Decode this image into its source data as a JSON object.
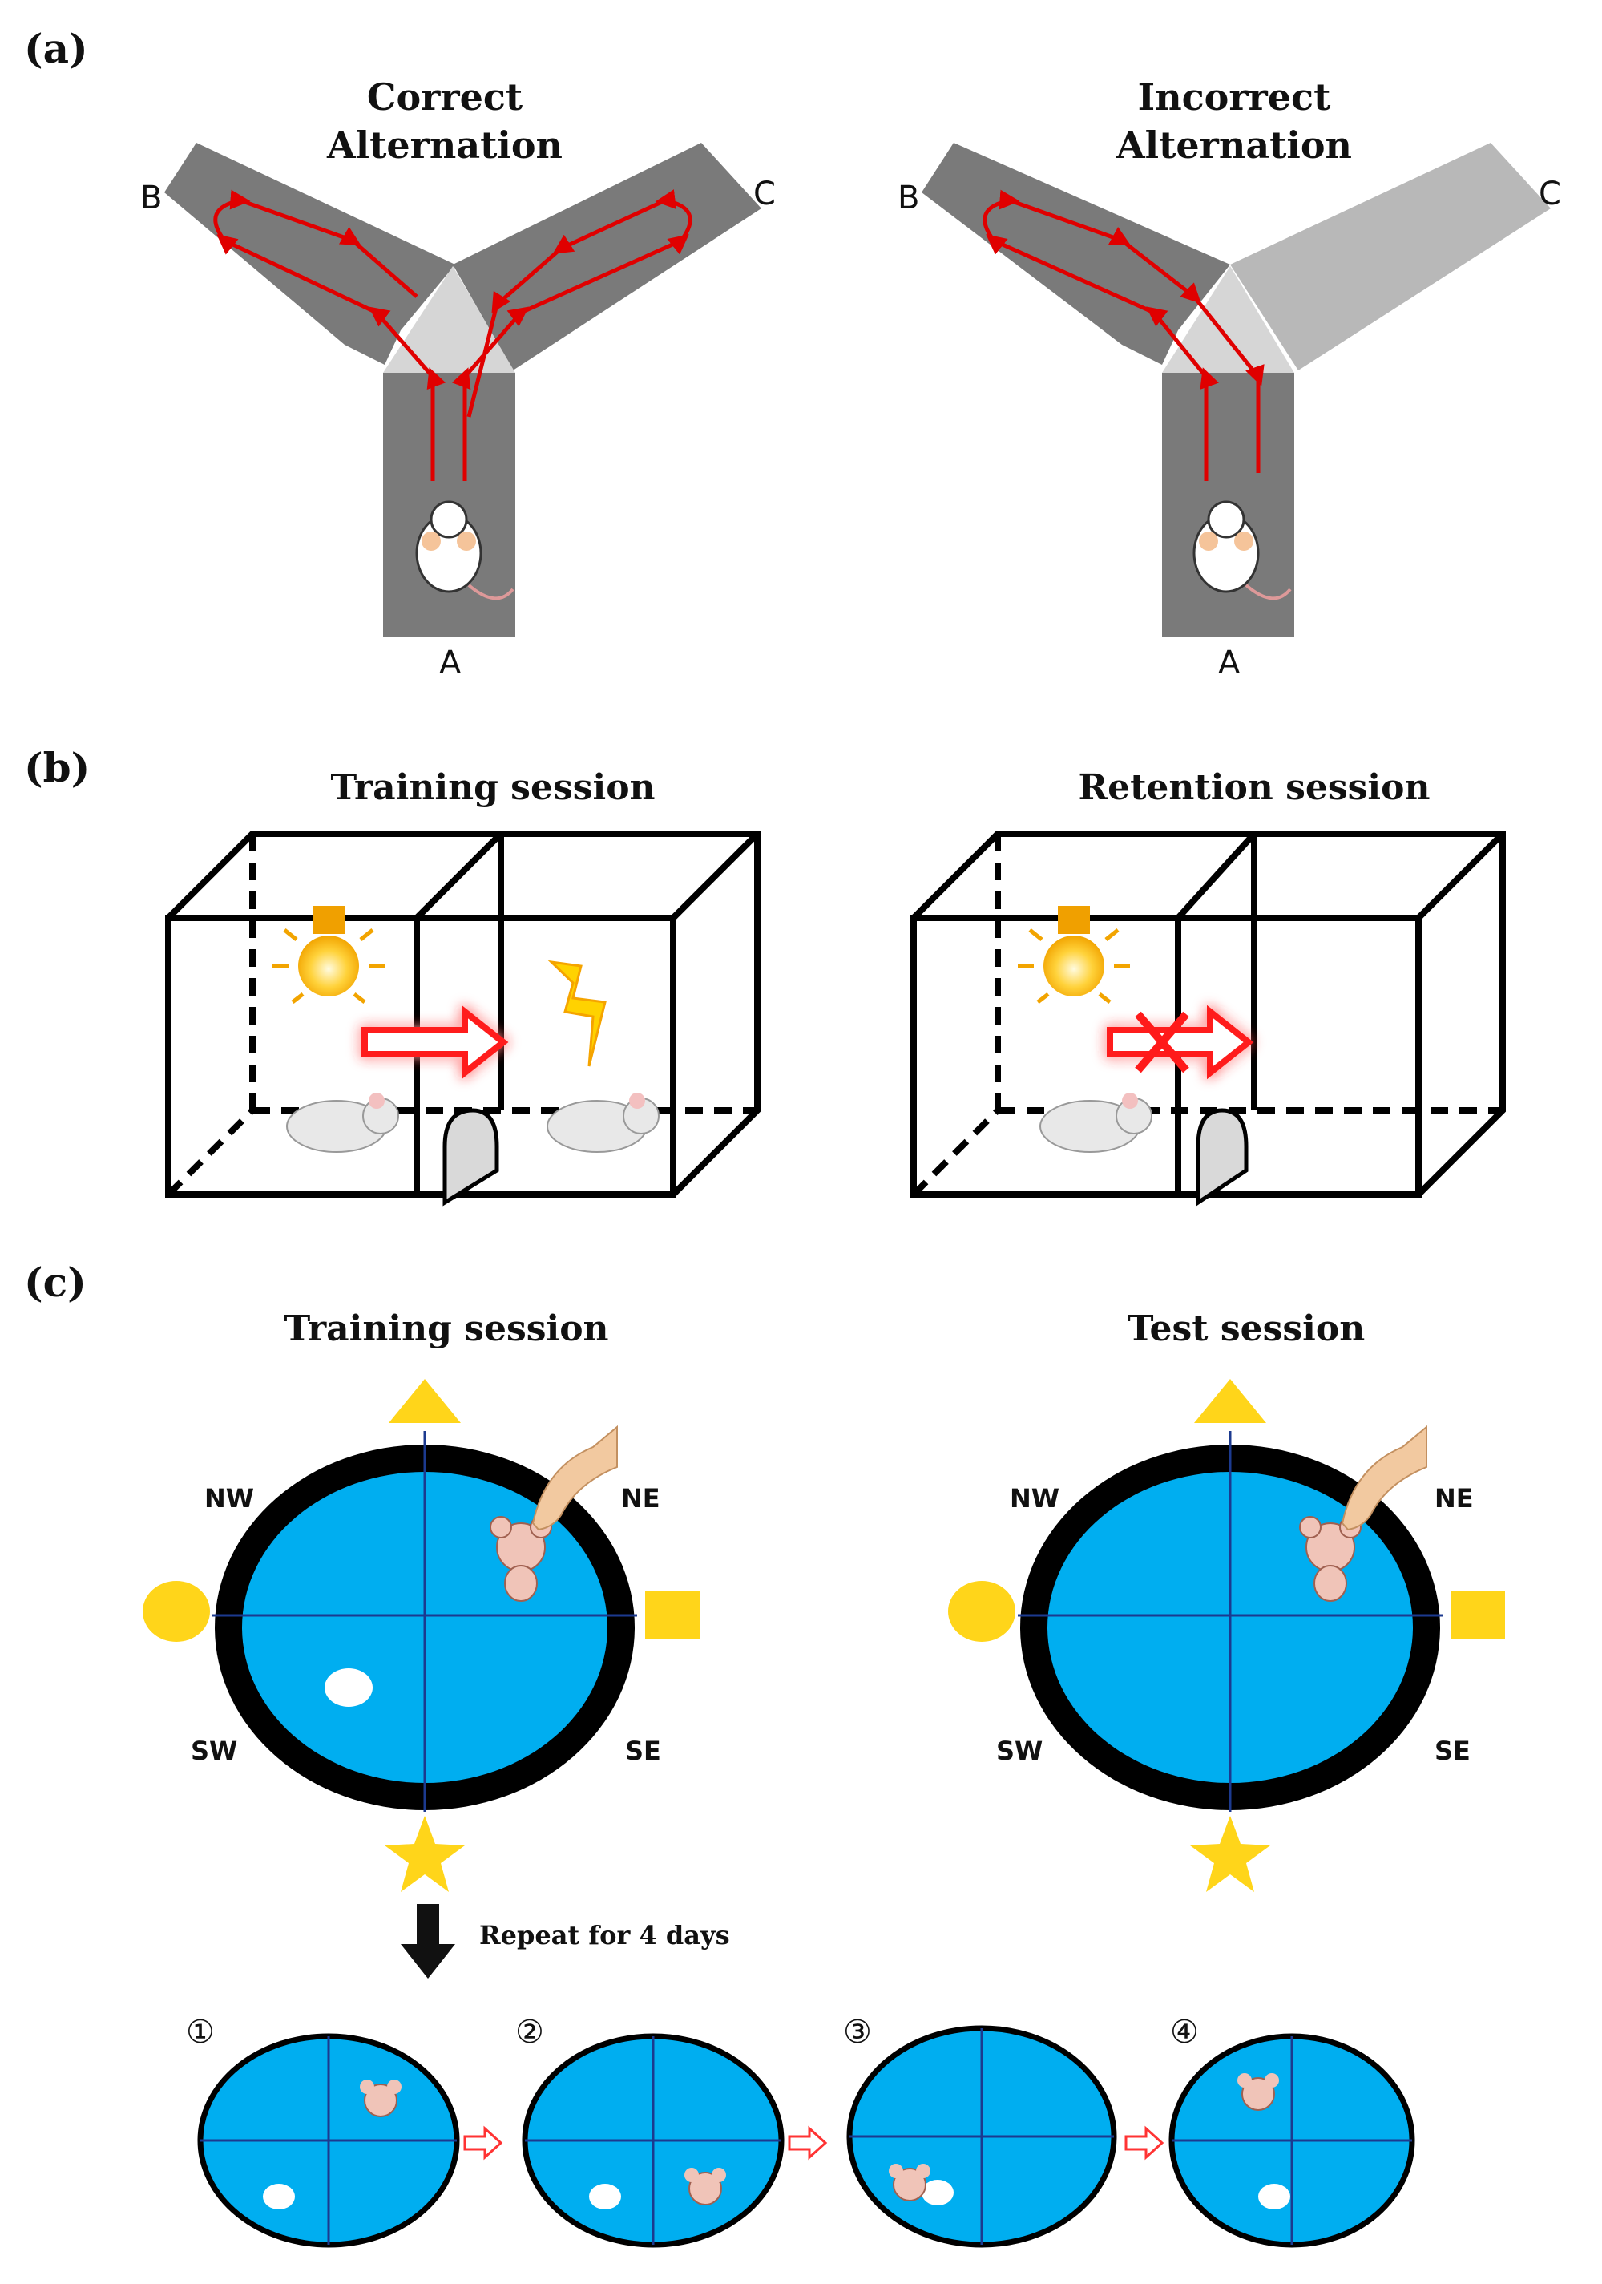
{
  "panel_a": {
    "label": "(a)",
    "left": {
      "title_line1": "Correct",
      "title_line2": "Alternation",
      "arm_b": "B",
      "arm_c": "C",
      "arm_a": "A"
    },
    "right": {
      "title_line1": "Incorrect",
      "title_line2": "Alternation",
      "arm_b": "B",
      "arm_c": "C",
      "arm_a": "A"
    }
  },
  "panel_b": {
    "label": "(b)",
    "left_title": "Training session",
    "right_title": "Retention session"
  },
  "panel_c": {
    "label": "(c)",
    "left_title": "Training session",
    "right_title": "Test session",
    "compass": {
      "nw": "NW",
      "ne": "NE",
      "sw": "SW",
      "se": "SE"
    },
    "repeat_text": "Repeat for 4 days",
    "day_labels": [
      "①",
      "②",
      "③",
      "④"
    ]
  },
  "colors": {
    "maze_arm": "#7a7a7a",
    "maze_arm_light": "#b8b8b8",
    "maze_center": "#d6d6d6",
    "path": "#e00000",
    "pool_water": "#00aef0",
    "pool_rim": "#000000",
    "cue_yellow": "#ffd51a"
  }
}
